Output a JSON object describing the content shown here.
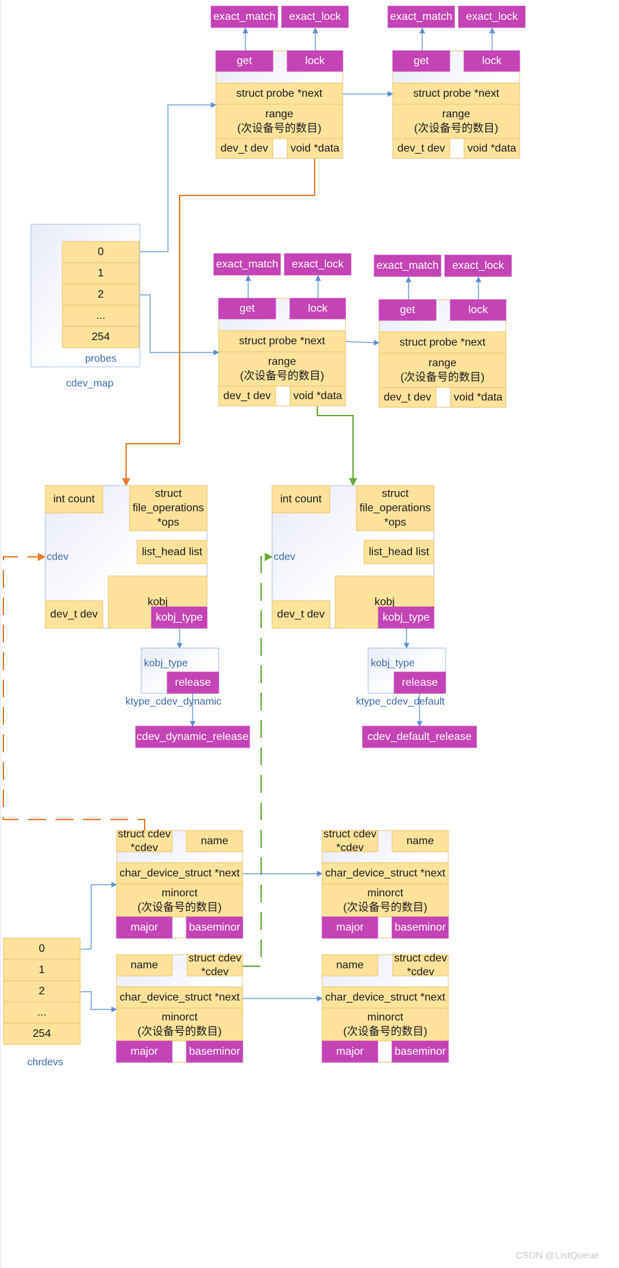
{
  "colors": {
    "cell_fill": "#fde29a",
    "cell_stroke": "#e7c677",
    "pink": "#c443b6",
    "pink_text": "#ffffff",
    "blue_label": "#3c67a8",
    "blue_line": "#5b8fd1",
    "orange": "#e97c2b",
    "green": "#6aab38",
    "container_stroke": "#a9bfe4"
  },
  "watermark": "CSDN @ListQueue",
  "cdev_map": {
    "name": "cdev_map",
    "inner_label": "probes",
    "slots": [
      "0",
      "1",
      "2",
      "...",
      "254"
    ]
  },
  "chrdevs": {
    "name": "chrdevs",
    "slots": [
      "0",
      "1",
      "2",
      "...",
      "254"
    ]
  },
  "probe": {
    "top_left": "exact_match",
    "top_right": "exact_lock",
    "get": "get",
    "lock": "lock",
    "next": "struct probe *next",
    "range_line1": "range",
    "range_line2": "(次设备号的数目)",
    "dev": "dev_t dev",
    "data": "void *data"
  },
  "cdev": {
    "label": "cdev",
    "count": "int count",
    "ops_line1": "struct",
    "ops_line2": "file_operations",
    "ops_line3": "*ops",
    "list": "list_head list",
    "kobj": "kobj",
    "kobj_type": "kobj_type",
    "dev": "dev_t dev"
  },
  "ktype_dynamic": {
    "header": "kobj_type",
    "release": "release",
    "name": "ktype_cdev_dynamic",
    "func": "cdev_dynamic_release"
  },
  "ktype_default": {
    "header": "kobj_type",
    "release": "release",
    "name": "ktype_cdev_default",
    "func": "cdev_default_release"
  },
  "char_device": {
    "cdev_line1": "struct cdev",
    "cdev_line2": "*cdev",
    "name": "name",
    "next": "char_device_struct *next",
    "minor_line1": "minorct",
    "minor_line2": "(次设备号的数目)",
    "major": "major",
    "baseminor": "baseminor"
  }
}
